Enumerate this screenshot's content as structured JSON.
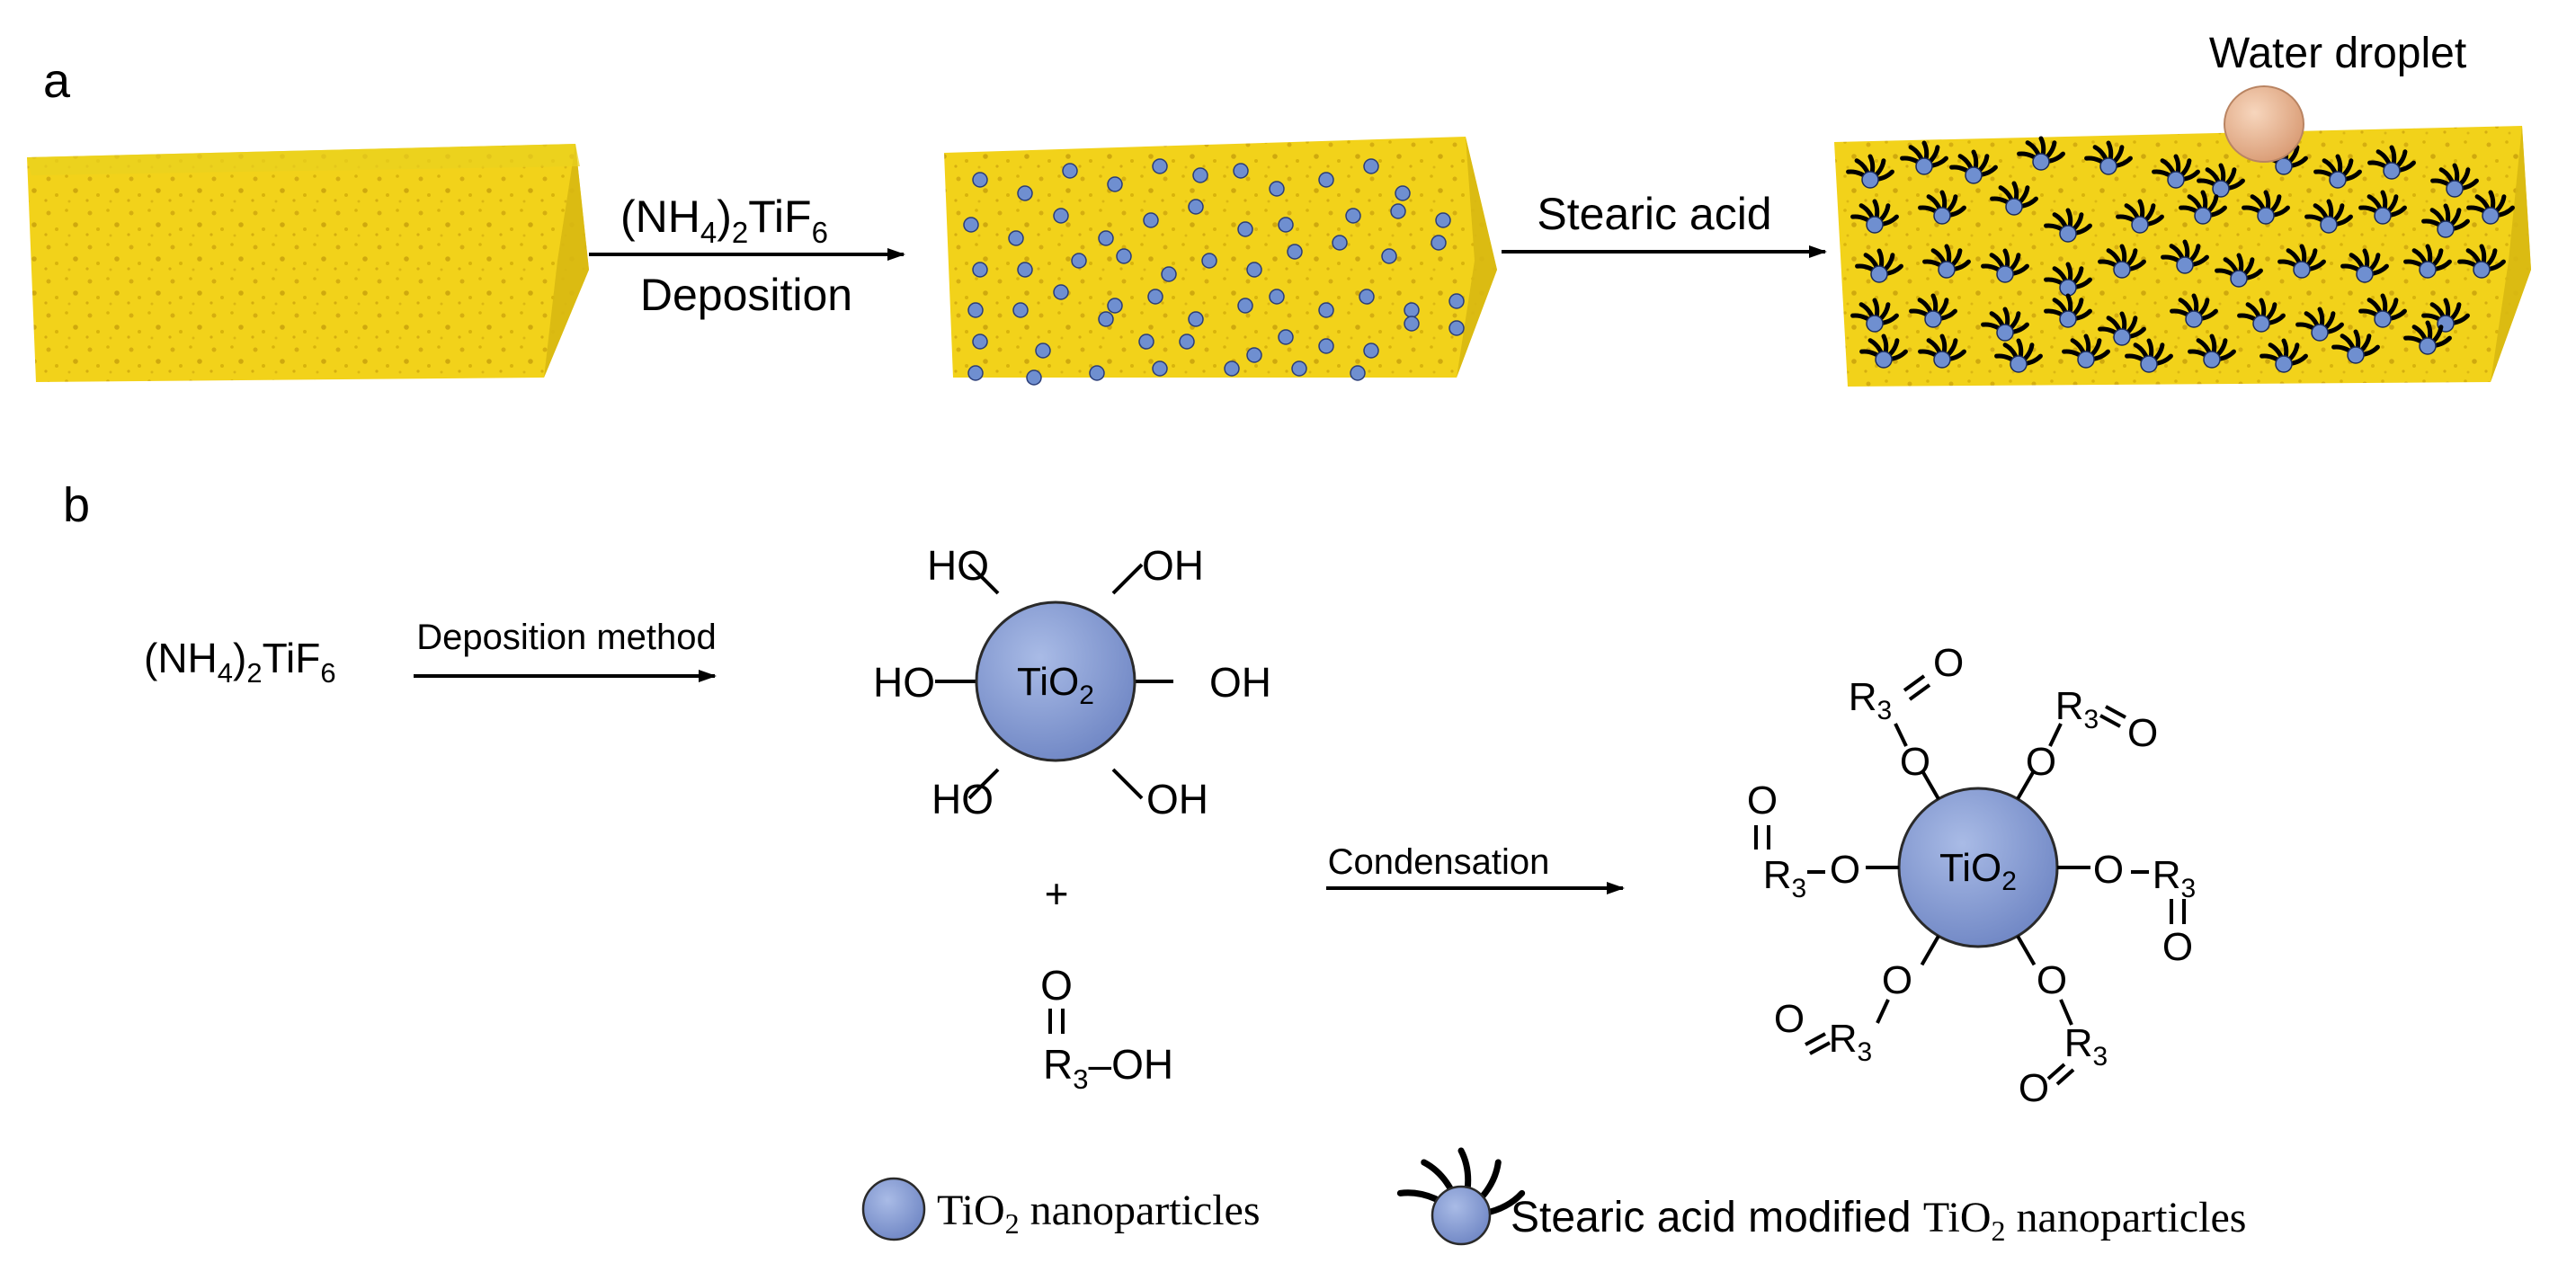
{
  "panels": {
    "a": "a",
    "b": "b"
  },
  "panel_a": {
    "step1": {
      "reagent_pre": "(NH",
      "reagent_sub1": "4",
      "reagent_mid": ")",
      "reagent_sub2": "2",
      "reagent_post": "TiF",
      "reagent_sub3": "6",
      "process": "Deposition"
    },
    "step2": {
      "reagent": "Stearic acid"
    },
    "water_droplet": "Water droplet"
  },
  "panel_b": {
    "reactant": {
      "pre": "(NH",
      "sub1": "4",
      "mid": ")",
      "sub2": "2",
      "post": "TiF",
      "sub3": "6"
    },
    "deposition_label": "Deposition method",
    "condensation_label": "Condensation",
    "plus": "+",
    "core": {
      "name": "TiO",
      "sub": "2"
    },
    "hydroxyl": "OH",
    "hydroxyl_left": "HO",
    "oxygen": "O",
    "acid": {
      "r": "R",
      "sub": "3",
      "oh": "–OH"
    }
  },
  "legend": {
    "tio2": {
      "pre": "TiO",
      "sub": "2",
      "post": " nanoparticles"
    },
    "modified": {
      "sans": "Stearic acid modified ",
      "pre": "TiO",
      "sub": "2",
      "post": " nanoparticles"
    }
  },
  "colors": {
    "sponge": "#f2d21a",
    "sponge_dark": "#d9b40c",
    "sponge_side": "#e6c414",
    "particle": "#6f8fd0",
    "core": "#8ea3d6",
    "droplet": "#eab48f"
  }
}
